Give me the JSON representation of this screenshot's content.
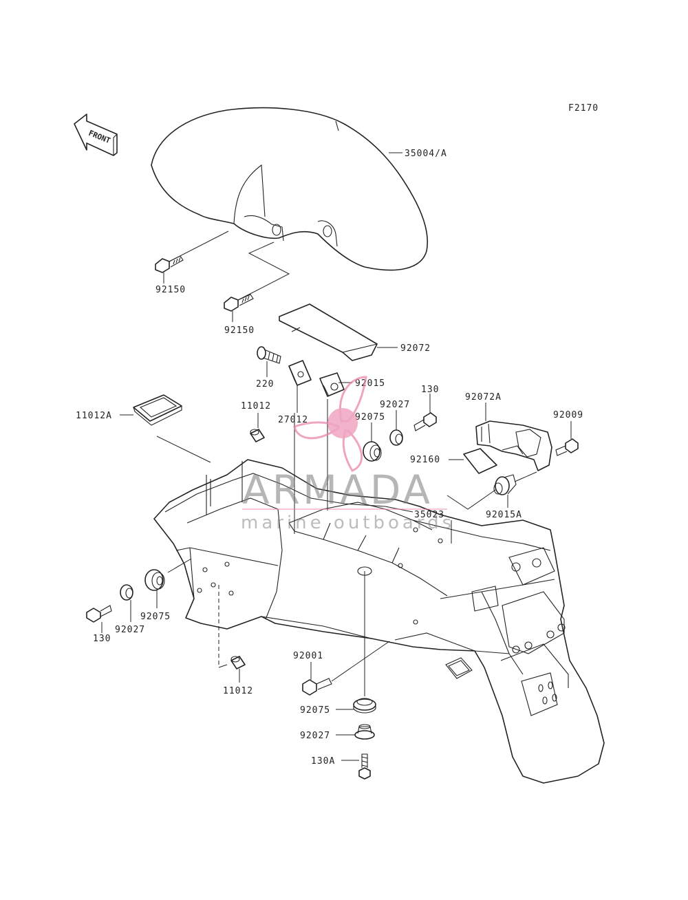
{
  "figure_code": "F2170",
  "front_arrow_label": "FRONT",
  "watermark": {
    "title": "ARMADA",
    "subtitle": "marine outboards"
  },
  "labels": {
    "fender_front": "35004/A",
    "bolt_92150_a": "92150",
    "bolt_92150_b": "92150",
    "band_92072": "92072",
    "screw_220": "220",
    "clip_92015": "92015",
    "bracket_27012": "27012",
    "collar_11012_top": "11012",
    "grommet_92075_top": "92075",
    "collar_92027_top": "92027",
    "bolt_130_top": "130",
    "bracket_92072A": "92072A",
    "bolt_92009": "92009",
    "pad_92160": "92160",
    "clip_92015A": "92015A",
    "fender_rear": "35023",
    "pad_11012A": "11012A",
    "grommet_92075_left": "92075",
    "collar_92027_left": "92027",
    "bolt_130_left": "130",
    "collar_11012_bottom": "11012",
    "bolt_92001": "92001",
    "grommet_92075_bottom": "92075",
    "collar_92027_bottom": "92027",
    "bolt_130A": "130A"
  }
}
